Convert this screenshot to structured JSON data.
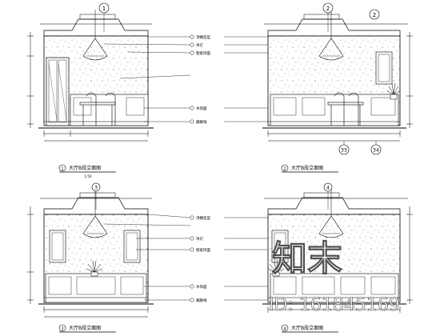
{
  "drawings": [
    {
      "id": "elev-1",
      "number": "1",
      "title": "大厅B段立面图",
      "scale_note": "1:50",
      "grid_top": "1",
      "callouts": [
        "顶棚造型",
        "吊灯",
        "壁纸饰面",
        "木饰面",
        "踢脚线"
      ]
    },
    {
      "id": "elev-2",
      "number": "2",
      "title": "大厅B段立面图",
      "grid_top": "2",
      "grid_bottom": [
        "33",
        "34"
      ]
    },
    {
      "id": "elev-3",
      "number": "3",
      "title": "大厅B段立面图",
      "grid_top": "3",
      "callouts": [
        "顶棚造型",
        "吊灯",
        "壁纸饰面",
        "木饰面",
        "踢脚线"
      ]
    },
    {
      "id": "elev-4",
      "number": "4",
      "title": "大厅B段立面图",
      "grid_top": "4"
    }
  ],
  "watermark": {
    "brand": "知末",
    "id_text": "ID: 161845169"
  },
  "colors": {
    "line": "#000000",
    "accent_green": "#2e8b57",
    "watermark": "#ffffff"
  }
}
